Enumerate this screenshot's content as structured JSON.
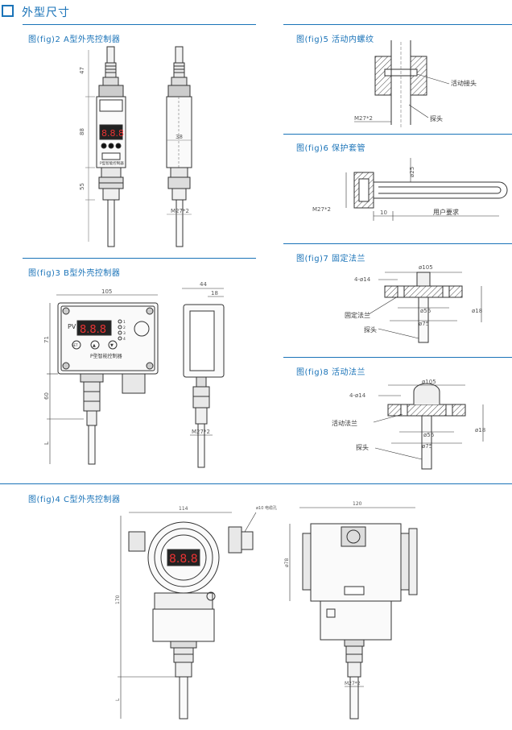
{
  "header": {
    "title": "外型尺寸"
  },
  "figures": {
    "fig2": {
      "title": "图(fig)2  A型外壳控制器",
      "dims": {
        "d47": "47",
        "d88": "88",
        "d55": "55",
        "d38": "38"
      },
      "thread": "M27*2",
      "panel_text": "P型智能控制器"
    },
    "fig3": {
      "title": "图(fig)3  B型外壳控制器",
      "dims": {
        "w105": "105",
        "h71": "71",
        "h60": "60",
        "w44": "44",
        "w18": "18",
        "unit": "L"
      },
      "thread": "M27*2",
      "display_label": "PV",
      "panel_text": "P型智能控制器",
      "leds": [
        "1",
        "2",
        "3",
        "4"
      ],
      "buttons": [
        "SET",
        "▲",
        "▼"
      ]
    },
    "fig4": {
      "title": "图(fig)4  C型外壳控制器",
      "dims": {
        "w114": "114",
        "w120": "120",
        "h170": "170",
        "d78": "ø78",
        "unit": "L"
      },
      "note": "ø10 电缆孔",
      "thread": "M27*2"
    },
    "fig5": {
      "title": "图(fig)5  活动内螺纹",
      "thread": "M27*2",
      "labels": {
        "joint": "活动接头",
        "probe": "探头"
      }
    },
    "fig6": {
      "title": "图(fig)6  保护套管",
      "dims": {
        "d25": "ø25",
        "l10": "10"
      },
      "thread": "M27*2",
      "labels": {
        "user": "用户要求"
      }
    },
    "fig7": {
      "title": "图(fig)7  固定法兰",
      "dims": {
        "d105": "ø105",
        "hole": "4-ø14",
        "d56": "ø56",
        "d75": "ø75",
        "d18": "ø18"
      },
      "labels": {
        "flange": "固定法兰",
        "probe": "探头"
      }
    },
    "fig8": {
      "title": "图(fig)8  活动法兰",
      "dims": {
        "d105": "ø105",
        "hole": "4-ø14",
        "d56": "ø56",
        "d75": "ø75",
        "d18": "ø18"
      },
      "labels": {
        "flange": "活动法兰",
        "probe": "探头"
      }
    }
  },
  "colors": {
    "accent": "#1a73b8",
    "line": "#333333",
    "dim": "#555555"
  }
}
